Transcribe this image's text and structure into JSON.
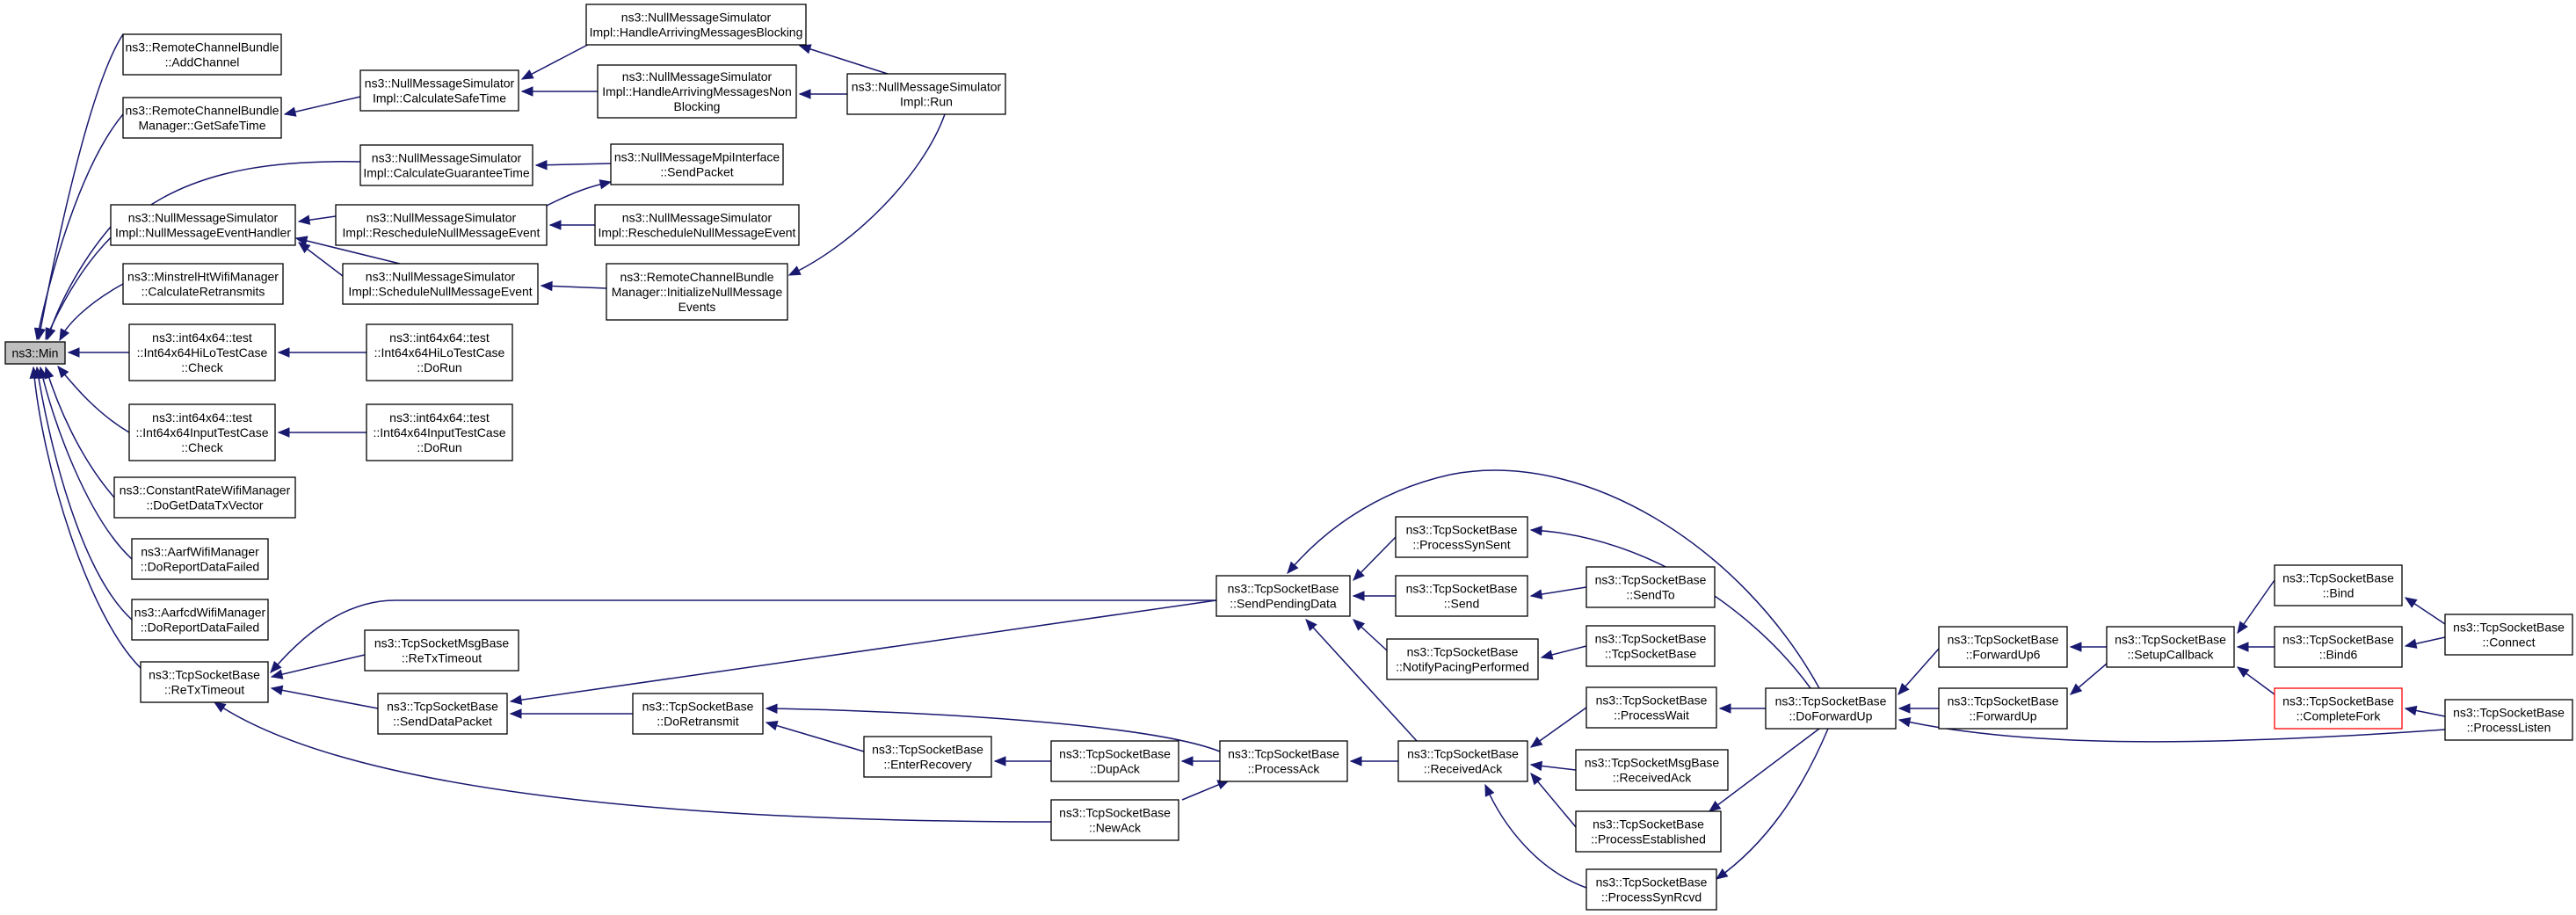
{
  "graph": {
    "colors": {
      "edge": "#191970",
      "node_border": "#000000",
      "root_fill": "#bfbfbf",
      "highlight_border": "#ff0000"
    },
    "nodes": {
      "n_min": [
        "ns3::Min"
      ],
      "n_addchannel": [
        "ns3::RemoteChannelBundle",
        "::AddChannel"
      ],
      "n_getsafetime": [
        "ns3::RemoteChannelBundle",
        "Manager::GetSafeTime"
      ],
      "n_calcsafetime": [
        "ns3::NullMessageSimulator",
        "Impl::CalculateSafeTime"
      ],
      "n_hamb": [
        "ns3::NullMessageSimulator",
        "Impl::HandleArrivingMessagesBlocking"
      ],
      "n_hamnb": [
        "ns3::NullMessageSimulator",
        "Impl::HandleArrivingMessagesNon",
        "Blocking"
      ],
      "n_run": [
        "ns3::NullMessageSimulator",
        "Impl::Run"
      ],
      "n_calcguarantee": [
        "ns3::NullMessageSimulator",
        "Impl::CalculateGuaranteeTime"
      ],
      "n_sendpacket_mpi": [
        "ns3::NullMessageMpiInterface",
        "::SendPacket"
      ],
      "n_nmeh": [
        "ns3::NullMessageSimulator",
        "Impl::NullMessageEventHandler"
      ],
      "n_resched1": [
        "ns3::NullMessageSimulator",
        "Impl::RescheduleNullMessageEvent"
      ],
      "n_resched2": [
        "ns3::NullMessageSimulator",
        "Impl::RescheduleNullMessageEvent"
      ],
      "n_schednme": [
        "ns3::NullMessageSimulator",
        "Impl::ScheduleNullMessageEvent"
      ],
      "n_initnme": [
        "ns3::RemoteChannelBundle",
        "Manager::InitializeNullMessage",
        "Events"
      ],
      "n_minstrel": [
        "ns3::MinstrelHtWifiManager",
        "::CalculateRetransmits"
      ],
      "n_hilocheck": [
        "ns3::int64x64::test",
        "::Int64x64HiLoTestCase",
        "::Check"
      ],
      "n_hilodorun": [
        "ns3::int64x64::test",
        "::Int64x64HiLoTestCase",
        "::DoRun"
      ],
      "n_inputcheck": [
        "ns3::int64x64::test",
        "::Int64x64InputTestCase",
        "::Check"
      ],
      "n_inputdorun": [
        "ns3::int64x64::test",
        "::Int64x64InputTestCase",
        "::DoRun"
      ],
      "n_constantrate": [
        "ns3::ConstantRateWifiManager",
        "::DoGetDataTxVector"
      ],
      "n_aarf": [
        "ns3::AarfWifiManager",
        "::DoReportDataFailed"
      ],
      "n_aarfcd": [
        "ns3::AarfcdWifiManager",
        "::DoReportDataFailed"
      ],
      "n_retxtimeout": [
        "ns3::TcpSocketBase",
        "::ReTxTimeout"
      ],
      "n_msgretx": [
        "ns3::TcpSocketMsgBase",
        "::ReTxTimeout"
      ],
      "n_senddatapacket": [
        "ns3::TcpSocketBase",
        "::SendDataPacket"
      ],
      "n_doretransmit": [
        "ns3::TcpSocketBase",
        "::DoRetransmit"
      ],
      "n_enterrecovery": [
        "ns3::TcpSocketBase",
        "::EnterRecovery"
      ],
      "n_dupack": [
        "ns3::TcpSocketBase",
        "::DupAck"
      ],
      "n_newack": [
        "ns3::TcpSocketBase",
        "::NewAck"
      ],
      "n_processack": [
        "ns3::TcpSocketBase",
        "::ProcessAck"
      ],
      "n_sendpending": [
        "ns3::TcpSocketBase",
        "::SendPendingData"
      ],
      "n_processsynsent": [
        "ns3::TcpSocketBase",
        "::ProcessSynSent"
      ],
      "n_send": [
        "ns3::TcpSocketBase",
        "::Send"
      ],
      "n_sendto": [
        "ns3::TcpSocketBase",
        "::SendTo"
      ],
      "n_notifypacing": [
        "ns3::TcpSocketBase",
        "::NotifyPacingPerformed"
      ],
      "n_ctor": [
        "ns3::TcpSocketBase",
        "::TcpSocketBase"
      ],
      "n_receivedack": [
        "ns3::TcpSocketBase",
        "::ReceivedAck"
      ],
      "n_processwait": [
        "ns3::TcpSocketBase",
        "::ProcessWait"
      ],
      "n_msgreceivedack": [
        "ns3::TcpSocketMsgBase",
        "::ReceivedAck"
      ],
      "n_processestablished": [
        "ns3::TcpSocketBase",
        "::ProcessEstablished"
      ],
      "n_processsynrcvd": [
        "ns3::TcpSocketBase",
        "::ProcessSynRcvd"
      ],
      "n_doforwardup": [
        "ns3::TcpSocketBase",
        "::DoForwardUp"
      ],
      "n_forwardup6": [
        "ns3::TcpSocketBase",
        "::ForwardUp6"
      ],
      "n_forwardup": [
        "ns3::TcpSocketBase",
        "::ForwardUp"
      ],
      "n_setupcallback": [
        "ns3::TcpSocketBase",
        "::SetupCallback"
      ],
      "n_bind": [
        "ns3::TcpSocketBase",
        "::Bind"
      ],
      "n_bind6": [
        "ns3::TcpSocketBase",
        "::Bind6"
      ],
      "n_completefork": [
        "ns3::TcpSocketBase",
        "::CompleteFork"
      ],
      "n_connect": [
        "ns3::TcpSocketBase",
        "::Connect"
      ],
      "n_processlisten": [
        "ns3::TcpSocketBase",
        "::ProcessListen"
      ]
    }
  }
}
